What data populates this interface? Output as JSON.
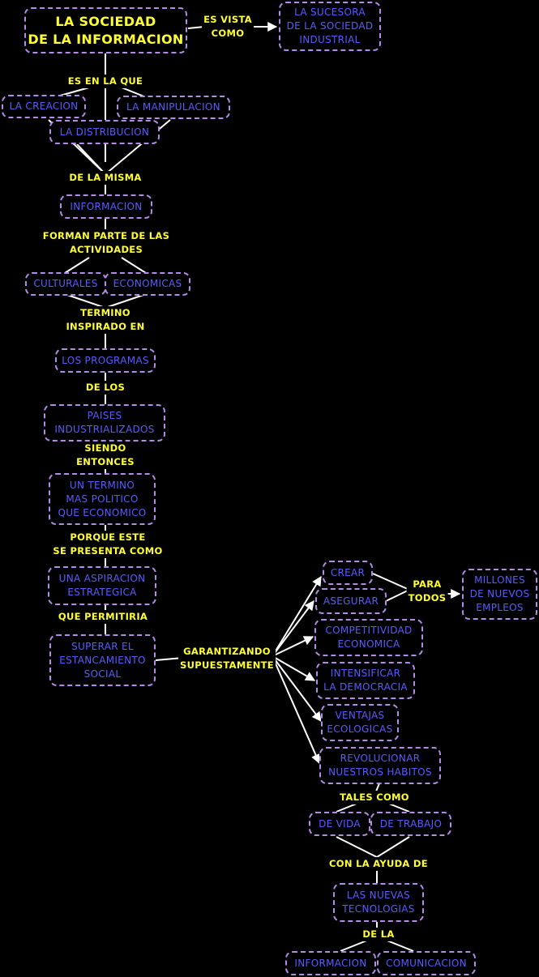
{
  "concepts": {
    "sociedad": "LA SOCIEDAD\nDE LA INFORMACION",
    "sucesora": "LA SUCESORA\nDE LA SOCIEDAD\nINDUSTRIAL",
    "creacion": "LA CREACION",
    "manipulacion": "LA MANIPULACION",
    "distribucion": "LA DISTRIBUCION",
    "informacion": "INFORMACION",
    "culturales": "CULTURALES",
    "economicas": "ECONOMICAS",
    "programas": "LOS PROGRAMAS",
    "paises": "PAISES\nINDUSTRIALIZADOS",
    "termino": "UN TERMINO\nMAS POLITICO\nQUE ECONOMICO",
    "aspiracion": "UNA ASPIRACION\nESTRATEGICA",
    "superar": "SUPERAR EL\nESTANCAMIENTO\nSOCIAL",
    "crear": "CREAR",
    "asegurar": "ASEGURAR",
    "millones": "MILLONES\nDE NUEVOS\nEMPLEOS",
    "competitividad": "COMPETITIVIDAD\nECONOMICA",
    "democracia": "INTENSIFICAR\nLA DEMOCRACIA",
    "ventajas": "VENTAJAS\nECOLOGICAS",
    "revolucionar": "REVOLUCIONAR\nNUESTROS HABITOS",
    "vida": "DE VIDA",
    "trabajo": "DE TRABAJO",
    "tecnologias": "LAS NUEVAS\nTECNOLOGIAS",
    "info2": "INFORMACION",
    "comunicacion": "COMUNICACION"
  },
  "links": {
    "es_vista": "ES VISTA\nCOMO",
    "es_en": "ES EN LA QUE",
    "de_la_misma": "DE LA MISMA",
    "forman": "FORMAN PARTE DE LAS\nACTIVIDADES",
    "termino_insp": "TERMINO\nINSPIRADO EN",
    "de_los": "DE LOS",
    "siendo": "SIENDO\nENTONCES",
    "porque": "PORQUE ESTE\nSE PRESENTA COMO",
    "permitiria": "QUE PERMITIRIA",
    "garantizando": "GARANTIZANDO\nSUPUESTAMENTE",
    "para_todos": "PARA\nTODOS",
    "tales": "TALES COMO",
    "con_ayuda": "CON LA AYUDA DE",
    "de_la": "DE LA"
  }
}
